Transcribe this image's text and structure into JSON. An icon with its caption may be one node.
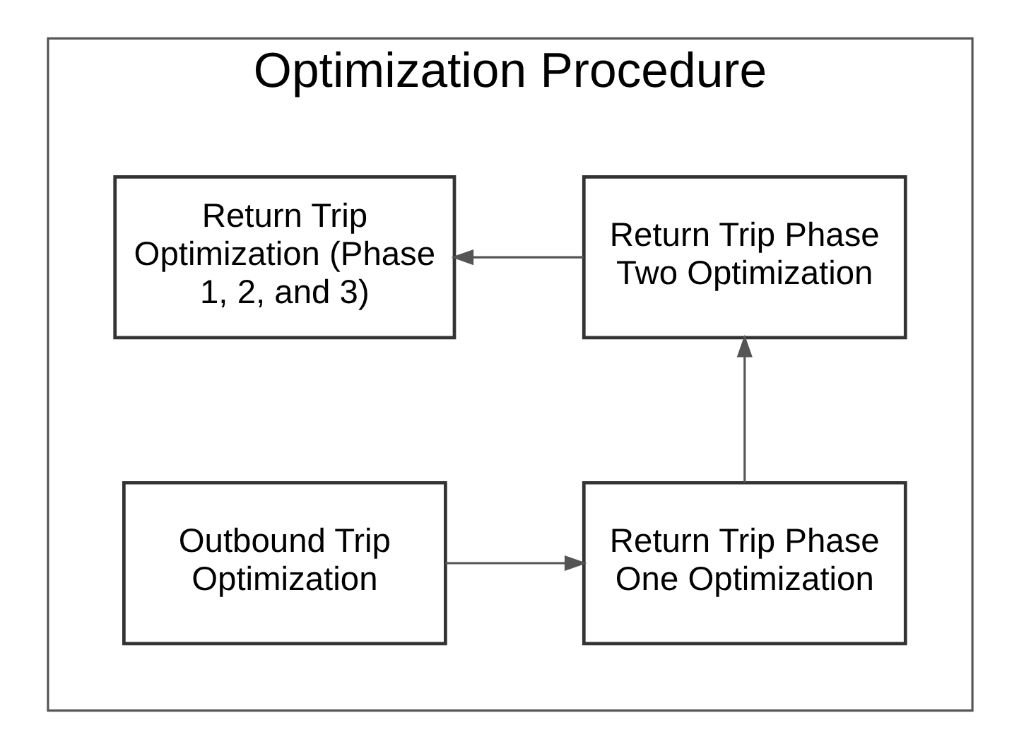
{
  "diagram": {
    "nodes": [
      {
        "text": [
          "Optimization Procedure"
        ]
      },
      {
        "text": [
          "Outbound Trip Optimization"
        ],
        "in": 0
      },
      {
        "text": [
          "Return Trip Phase One Optimization"
        ],
        "in": 0
      },
      {
        "text": [
          "Return Trip Optimization (Phase 1, 2, and 3)"
        ],
        "in": 0
      },
      {
        "text": [
          "Return Trip Phase Two Optimization"
        ],
        "in": 0
      }
    ],
    "edges": [
      {
        "from": 1,
        "to": 2,
        "arrow": "to"
      },
      {
        "from": 2,
        "to": 4,
        "arrow": "to"
      },
      {
        "from": 4,
        "to": 3,
        "arrow": "to"
      }
    ]
  }
}
